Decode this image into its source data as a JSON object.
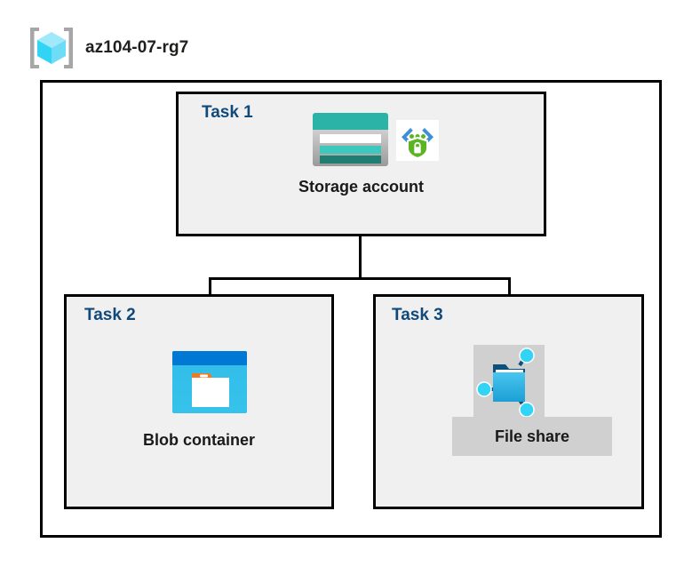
{
  "resource_group": {
    "name": "az104-07-rg7",
    "icon": "resource-group-cube-icon"
  },
  "diagram": {
    "type": "azure-architecture-diagram",
    "colors": {
      "task_label": "#10497a",
      "box_fill": "#f0f0f0",
      "box_border": "#000000",
      "canvas": "#ffffff",
      "plate_gray": "#d0d0d0",
      "storage_teal": "#2bb3a8",
      "storage_teal_dark": "#1f7d72",
      "blob_blue": "#0078d4",
      "blob_cyan": "#32bdea",
      "blob_orange": "#f07a21",
      "shield_green": "#5bb522",
      "bracket_blue": "#3c8fd8",
      "node_cyan": "#32d4f5"
    },
    "tasks": [
      {
        "id": "task1",
        "label": "Task 1",
        "node_caption": "Storage account",
        "icons": [
          "storage-account-icon",
          "security-shield-lock-icon"
        ]
      },
      {
        "id": "task2",
        "label": "Task 2",
        "node_caption": "Blob container",
        "icons": [
          "blob-container-icon"
        ]
      },
      {
        "id": "task3",
        "label": "Task 3",
        "node_caption": "File share",
        "icons": [
          "file-share-icon"
        ]
      }
    ],
    "connections": [
      {
        "from": "task1",
        "to": "task2"
      },
      {
        "from": "task1",
        "to": "task3"
      }
    ]
  }
}
